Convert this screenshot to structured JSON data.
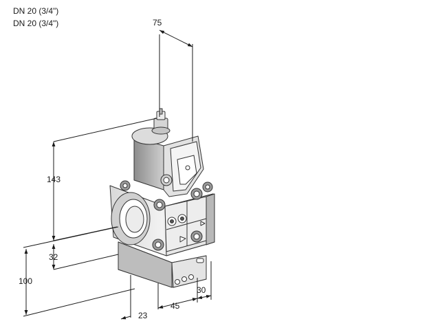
{
  "header": {
    "line1": "DN 20 (3/4\")",
    "line2": "DN 20 (3/4\")"
  },
  "dimensions": {
    "width_top": "75",
    "height_actuator": "143",
    "height_lower": "32",
    "height_total": "100",
    "depth_a": "23",
    "depth_b": "45",
    "depth_c": "30"
  }
}
